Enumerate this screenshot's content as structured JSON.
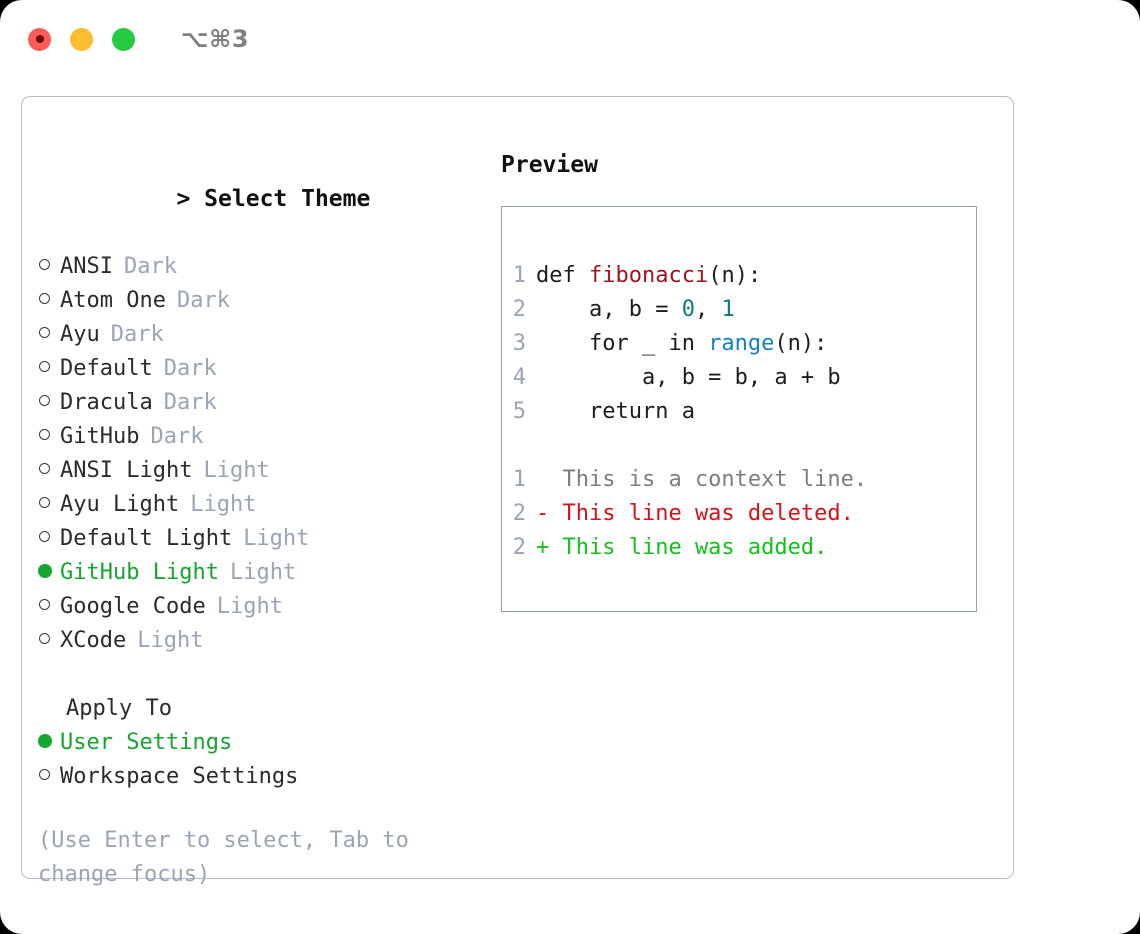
{
  "titlebar": {
    "shortcut": "⌥⌘3",
    "buttons": [
      "close",
      "minimize",
      "maximize"
    ]
  },
  "theme_panel": {
    "header": "> Select Theme",
    "header_caret": ">",
    "header_text": "Select Theme",
    "items": [
      {
        "marker": "○",
        "label": "ANSI",
        "suffix": "Dark",
        "selected": false
      },
      {
        "marker": "○",
        "label": "Atom One",
        "suffix": "Dark",
        "selected": false
      },
      {
        "marker": "○",
        "label": "Ayu",
        "suffix": "Dark",
        "selected": false
      },
      {
        "marker": "○",
        "label": "Default",
        "suffix": "Dark",
        "selected": false
      },
      {
        "marker": "○",
        "label": "Dracula",
        "suffix": "Dark",
        "selected": false
      },
      {
        "marker": "○",
        "label": "GitHub",
        "suffix": "Dark",
        "selected": false
      },
      {
        "marker": "○",
        "label": "ANSI Light",
        "suffix": "Light",
        "selected": false
      },
      {
        "marker": "○",
        "label": "Ayu Light",
        "suffix": "Light",
        "selected": false
      },
      {
        "marker": "○",
        "label": "Default Light",
        "suffix": "Light",
        "selected": false
      },
      {
        "marker": "●",
        "label": "GitHub Light",
        "suffix": "Light",
        "selected": true
      },
      {
        "marker": "○",
        "label": "Google Code",
        "suffix": "Light",
        "selected": false
      },
      {
        "marker": "○",
        "label": "XCode",
        "suffix": "Light",
        "selected": false
      }
    ]
  },
  "apply_to": {
    "header": "Apply To",
    "items": [
      {
        "marker": "●",
        "label": "User Settings",
        "selected": true
      },
      {
        "marker": "○",
        "label": "Workspace Settings",
        "selected": false
      }
    ]
  },
  "hint": {
    "line1": "(Use Enter to select, Tab to",
    "line2": "change focus)"
  },
  "preview": {
    "header": "Preview",
    "code_lines": [
      {
        "no": "1",
        "tokens": [
          {
            "t": "def ",
            "k": "def"
          },
          {
            "t": "fibonacci",
            "k": "fn"
          },
          {
            "t": "(n):",
            "k": "plain"
          }
        ]
      },
      {
        "no": "2",
        "tokens": [
          {
            "t": "    a, b = ",
            "k": "plain"
          },
          {
            "t": "0",
            "k": "num"
          },
          {
            "t": ", ",
            "k": "plain"
          },
          {
            "t": "1",
            "k": "num"
          }
        ]
      },
      {
        "no": "3",
        "tokens": [
          {
            "t": "    for _ in ",
            "k": "plain"
          },
          {
            "t": "range",
            "k": "builtin"
          },
          {
            "t": "(n):",
            "k": "plain"
          }
        ]
      },
      {
        "no": "4",
        "tokens": [
          {
            "t": "        a, b = b, a + b",
            "k": "plain"
          }
        ]
      },
      {
        "no": "5",
        "tokens": [
          {
            "t": "    return a",
            "k": "plain"
          }
        ]
      }
    ],
    "diff_lines": [
      {
        "no": "1",
        "text": "  This is a context line.",
        "kind": "context"
      },
      {
        "no": "2",
        "text": "- This line was deleted.",
        "kind": "deleted"
      },
      {
        "no": "2",
        "text": "+ This line was added.",
        "kind": "added"
      }
    ]
  },
  "colors": {
    "accent_green": "#16a62e",
    "muted": "#9aa4b4",
    "border": "#b3bcc8",
    "preview_border": "#93a0b0",
    "diff_add": "#11c21a",
    "diff_del": "#d4121a",
    "fn_red": "#a3121f",
    "num_teal": "#0b7b80",
    "builtin_blue": "#1182c4"
  }
}
